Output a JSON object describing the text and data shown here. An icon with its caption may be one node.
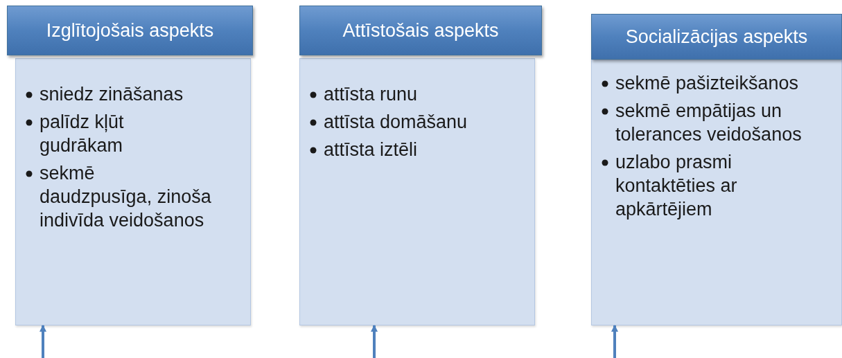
{
  "diagram": {
    "nodes": [
      {
        "text": [
          "Izglītojošais aspekts"
        ]
      },
      {
        "text": [
          "sniedz zināšanas",
          "palīdz kļūt gudrākam",
          "sekmē daudzpusīga, zinoša indivīda veidošanos"
        ]
      },
      {
        "text": [
          "Attīstošais aspekts"
        ]
      },
      {
        "text": [
          "attīsta runu",
          "attīsta domāšanu",
          "attīsta iztēli"
        ]
      },
      {
        "text": [
          "Socializācijas aspekts"
        ]
      },
      {
        "text": [
          "sekmē pašizteikšanos",
          "sekmē empātijas un tolerances veidošanos",
          "uzlabo prasmi kontaktēties ar apkārtējiem"
        ]
      }
    ],
    "edges": [
      {
        "from": null,
        "to": 1,
        "arrow": "to"
      },
      {
        "from": null,
        "to": 3,
        "arrow": "to"
      },
      {
        "from": null,
        "to": 5,
        "arrow": "to"
      }
    ]
  }
}
